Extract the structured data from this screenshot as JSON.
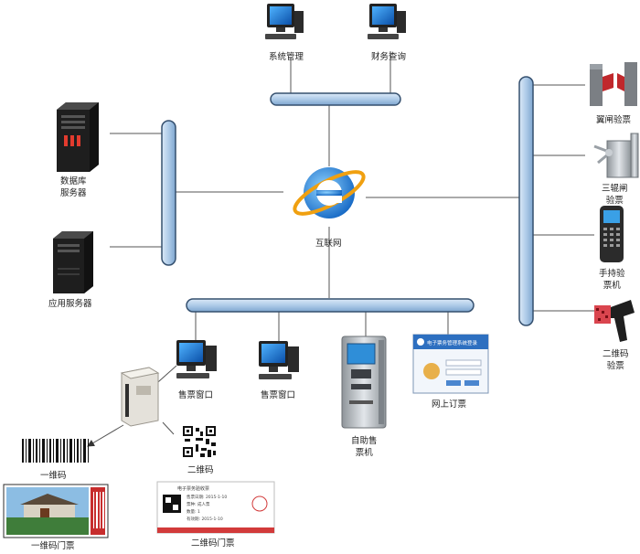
{
  "colors": {
    "bus_fill": "#aecbe8",
    "bus_stroke": "#35506f",
    "line": "#555555",
    "ie_blue": "#1a6fc4"
  },
  "labels": {
    "sys_mgmt": "系统管理",
    "fin_query": "财务查询",
    "db_server": "数据库\n服务器",
    "app_server": "应用服务器",
    "internet": "互联网",
    "ticket_window_1": "售票窗口",
    "ticket_window_2": "售票窗口",
    "self_service": "自助售\n票机",
    "online_booking": "网上订票",
    "gate_check": "翼闸验票",
    "tripod_check": "三辊闸\n验票",
    "handheld": "手持验\n票机",
    "qr_check": "二维码\n验票",
    "qr_code": "二维码",
    "barcode": "一维码",
    "barcode_ticket": "一维码门票",
    "qr_ticket": "二维码门票"
  },
  "icons": {
    "pc": "desktop-computer-icon",
    "server": "tower-server-icon",
    "internet": "internet-explorer-icon",
    "printer": "ticket-printer-icon",
    "kiosk": "self-service-kiosk-icon",
    "login_window": "login-window-icon",
    "gate": "flap-gate-icon",
    "turnstile": "tripod-turnstile-icon",
    "handheld": "handheld-terminal-icon",
    "scanner": "barcode-scanner-icon"
  },
  "login_window_title": "电子票务管理系统登录",
  "ticket": {
    "title": "电子票务验收票",
    "lines": [
      "售票日期: 2015-1-10",
      "票种: 成人票",
      "数量: 1",
      "有效期: 2015-1-10"
    ]
  }
}
